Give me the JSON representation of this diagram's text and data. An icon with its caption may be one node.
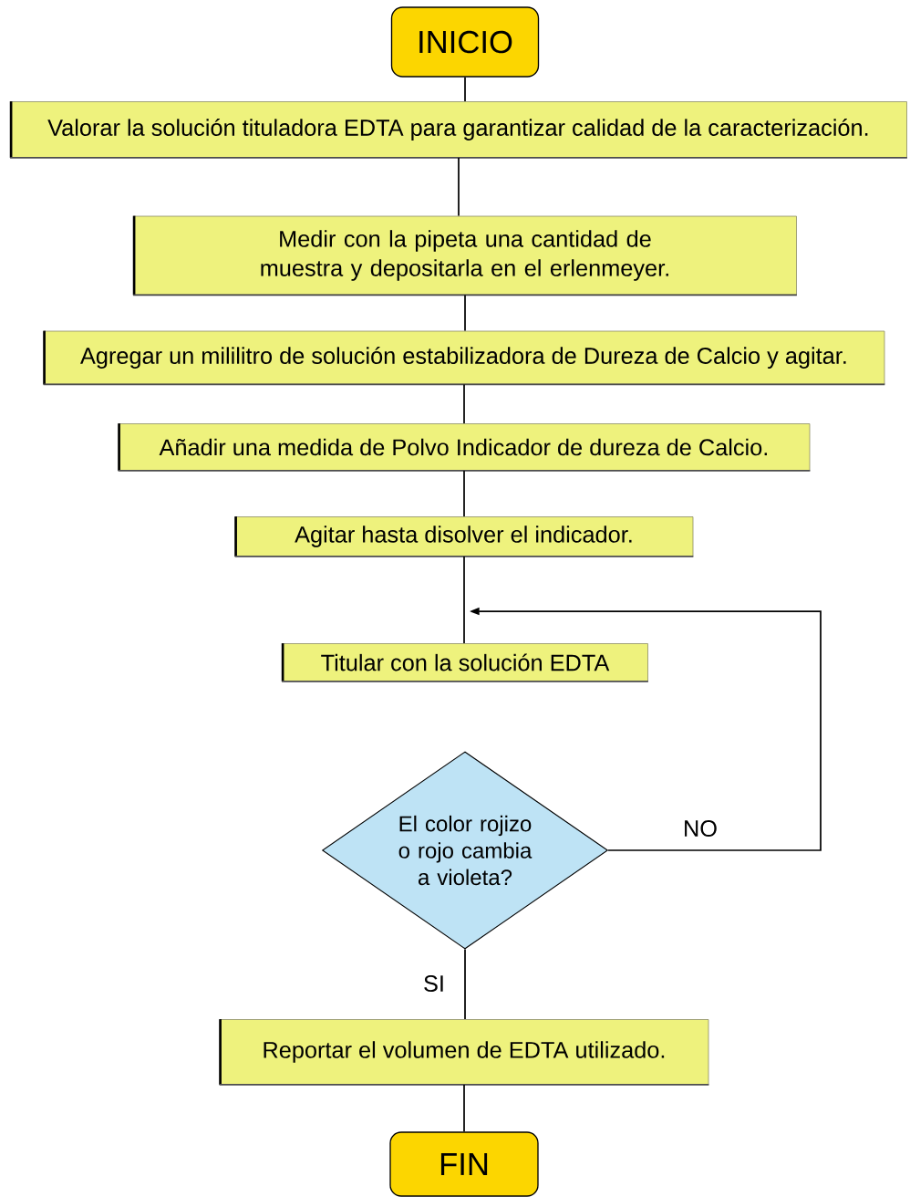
{
  "diagram": {
    "nodes": [
      {
        "text": [
          "INICIO"
        ]
      },
      {
        "text": [
          "Valorar la solución tituladora EDTA para garantizar calidad de la caracterización."
        ]
      },
      {
        "text": [
          "Medir con la pipeta una cantidad de muestra y depositarla en el erlenmeyer."
        ]
      },
      {
        "text": [
          "Agregar un mililitro de solución estabilizadora de Dureza de Calcio y agitar."
        ]
      },
      {
        "text": [
          "Añadir una medida de Polvo Indicador de dureza de Calcio."
        ]
      },
      {
        "text": [
          "Agitar hasta disolver el indicador."
        ]
      },
      {
        "text": [
          "Titular con la solución EDTA"
        ]
      },
      {
        "text": [
          "El color rojizo o rojo cambia a violeta?"
        ]
      },
      {
        "text": [
          "Reportar el volumen de EDTA utilizado."
        ]
      },
      {
        "text": [
          "FIN"
        ]
      }
    ],
    "edges": [
      {
        "from": 0,
        "to": 1,
        "arrow": "none"
      },
      {
        "from": 1,
        "to": 2,
        "arrow": "none"
      },
      {
        "from": 2,
        "to": 3,
        "arrow": "none"
      },
      {
        "from": 3,
        "to": 4,
        "arrow": "none"
      },
      {
        "from": 4,
        "to": 5,
        "arrow": "none"
      },
      {
        "from": 5,
        "to": 6,
        "arrow": "none"
      },
      {
        "from": 7,
        "to": 6,
        "arrow": "to",
        "label": "NO"
      },
      {
        "from": 7,
        "to": 8,
        "arrow": "none",
        "label": "SI"
      },
      {
        "from": 8,
        "to": 9,
        "arrow": "none"
      }
    ]
  }
}
